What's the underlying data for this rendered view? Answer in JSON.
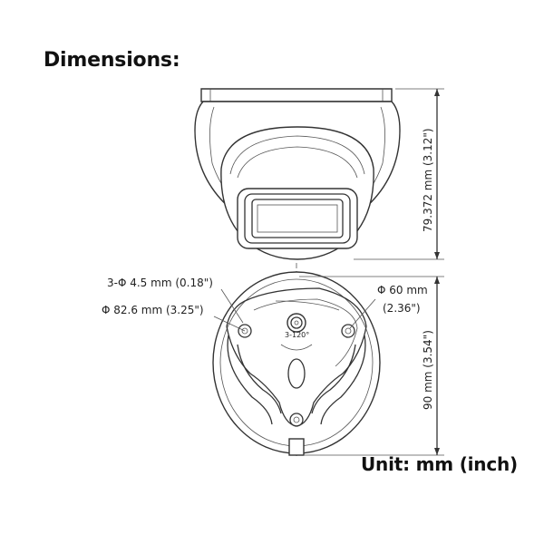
{
  "heading": "Dimensions:",
  "unit_note": "Unit: mm (inch)",
  "side_view": {
    "height_label": "79.372 mm (3.12\")"
  },
  "bottom_view": {
    "holes_label": "3-Φ 4.5 mm (0.18\")",
    "bolt_circle_label": "Φ 82.6 mm (3.25\")",
    "hole_spacing_label": "Φ 60 mm",
    "hole_spacing_label_inch": "(2.36\")",
    "angle_label": "3-120°",
    "height_label": "90 mm (3.54\")"
  }
}
